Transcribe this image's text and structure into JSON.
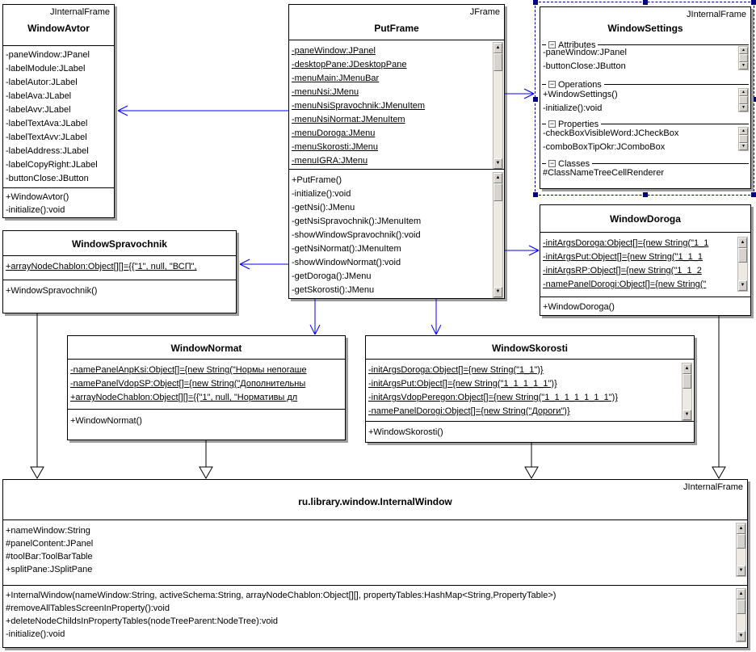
{
  "icons": {
    "collapse": "−",
    "scroll_up": "▲",
    "scroll_down": "▼"
  },
  "colors": {
    "connector_blue": "#0000ff",
    "selection_navy": "#000080",
    "shadow_gray": "#9e9e9e"
  },
  "classes": {
    "window_avtor": {
      "stereotype": "JInternalFrame",
      "name": "WindowAvtor",
      "attributes": [
        "-paneWindow:JPanel",
        "-labelModule:JLabel",
        "-labelAutor:JLabel",
        "-labelAva:JLabel",
        "-labelAvv:JLabel",
        "-labelTextAva:JLabel",
        "-labelTextAvv:JLabel",
        "-labelAddress:JLabel",
        "-labelCopyRight:JLabel",
        "-buttonClose:JButton"
      ],
      "methods": [
        "+WindowAvtor()",
        "-initialize():void"
      ]
    },
    "put_frame": {
      "stereotype": "JFrame",
      "name": "PutFrame",
      "attributes": [
        "-paneWindow:JPanel",
        "-desktopPane:JDesktopPane",
        "-menuMain:JMenuBar",
        "-menuNsi:JMenu",
        "-menuNsiSpravochnik:JMenuItem",
        "-menuNsiNormat:JMenuItem",
        "-menuDoroga:JMenu",
        "-menuSkorosti:JMenu",
        "-menuIGRA:JMenu"
      ],
      "methods": [
        "+PutFrame()",
        "-initialize():void",
        "-getNsi():JMenu",
        "-getNsiSpravochnik():JMenuItem",
        "-showWindowSpravochnik():void",
        "-getNsiNormat():JMenuItem",
        "-showWindowNormat():void",
        "-getDoroga():JMenu",
        "-getSkorosti():JMenu"
      ]
    },
    "window_settings": {
      "stereotype": "JInternalFrame",
      "name": "WindowSettings",
      "sections": [
        {
          "label": "Attributes",
          "items": [
            "-paneWindow:JPanel",
            "-buttonClose:JButton"
          ]
        },
        {
          "label": "Operations",
          "items": [
            "+WindowSettings()",
            "-initialize():void"
          ]
        },
        {
          "label": "Properties",
          "items": [
            "-checkBoxVisibleWord:JCheckBox",
            "-comboBoxTipOkr:JComboBox"
          ]
        },
        {
          "label": "Classes",
          "items": [
            "#ClassNameTreeCellRenderer"
          ]
        }
      ]
    },
    "window_doroga": {
      "name": "WindowDoroga",
      "attributes": [
        "-initArgsDoroga:Object[]={new String(\"1_1",
        "-initArgsPut:Object[]={new String(\"1_1_1",
        "-initArgsRP:Object[]={new String(\"1_1_2",
        "-namePanelDorogi:Object[]={new String(\""
      ],
      "methods": [
        "+WindowDoroga()"
      ]
    },
    "window_spravochnik": {
      "name": "WindowSpravochnik",
      "attributes": [
        "+arrayNodeChablon:Object[][]={{\"1\", null, \"ВСП\","
      ],
      "methods": [
        "+WindowSpravochnik()"
      ]
    },
    "window_normat": {
      "name": "WindowNormat",
      "attributes": [
        "-namePanelAnpKsi:Object[]={new String(\"Нормы непогаше",
        "-namePanelVdopSP:Object[]={new String(\"Дополнительны",
        "+arrayNodeChablon:Object[][]={{\"1\", null, \"Нормативы дл"
      ],
      "methods": [
        "+WindowNormat()"
      ]
    },
    "window_skorosti": {
      "name": "WindowSkorosti",
      "attributes": [
        "-initArgsDoroga:Object[]={new String(\"1_1\")}",
        "-initArgsPut:Object[]={new String(\"1_1_1_1_1\")}",
        "-initArgsVdopPeregon:Object[]={new String(\"1_1_1_1_1_1_1\")}",
        "-namePanelDorogi:Object[]={new String(\"Дороги\")}"
      ],
      "methods": [
        "+WindowSkorosti()"
      ]
    },
    "internal_window": {
      "stereotype": "JInternalFrame",
      "name": "ru.library.window.InternalWindow",
      "attributes": [
        "+nameWindow:String",
        "#panelContent:JPanel",
        "#toolBar:ToolBarTable",
        "+splitPane:JSplitPane"
      ],
      "methods": [
        "+InternalWindow(nameWindow:String, activeSchema:String, arrayNodeChablon:Object[][], propertyTables:HashMap<String,PropertyTable>)",
        "#removeAllTablesScreenInProperty():void",
        "+deleteNodeChildsInPropertyTables(nodeTreeParent:NodeTree):void",
        "-initialize():void"
      ]
    }
  }
}
